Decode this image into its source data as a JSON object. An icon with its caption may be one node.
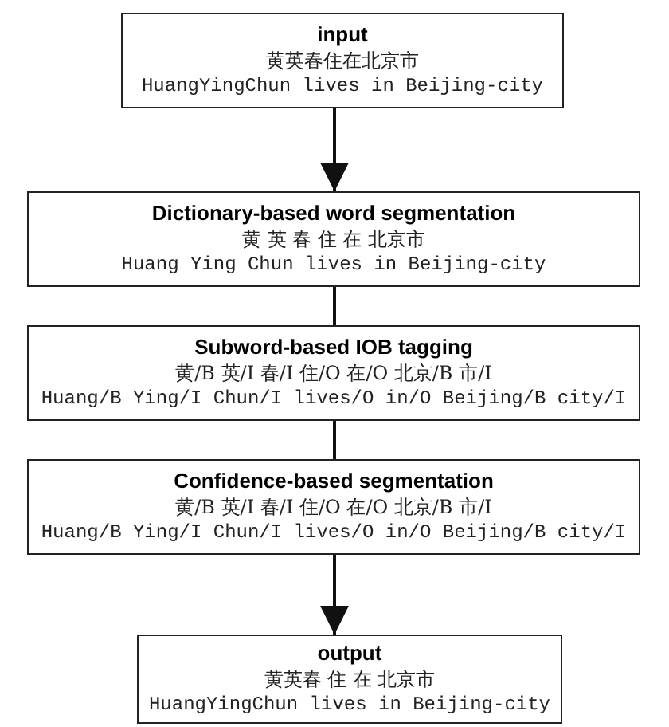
{
  "diagram": {
    "nodes": [
      {
        "text": [
          "input",
          "黄英春住在北京市",
          "HuangYingChun lives in Beijing-city"
        ]
      },
      {
        "text": [
          "Dictionary-based word segmentation",
          "黄 英 春 住 在 北京市",
          "Huang Ying Chun lives in Beijing-city"
        ]
      },
      {
        "text": [
          "Subword-based IOB tagging",
          "黄/B 英/I 春/I 住/O 在/O 北京/B 市/I",
          "Huang/B Ying/I Chun/I lives/O in/O Beijing/B city/I"
        ]
      },
      {
        "text": [
          "Confidence-based segmentation",
          "黄/B 英/I 春/I 住/O 在/O 北京/B 市/I",
          "Huang/B Ying/I Chun/I lives/O in/O Beijing/B city/I"
        ]
      },
      {
        "text": [
          "output",
          "黄英春 住 在 北京市",
          "HuangYingChun lives in Beijing-city"
        ]
      }
    ],
    "edges": [
      {
        "from": 0,
        "to": 1,
        "arrow": "to"
      },
      {
        "from": 1,
        "to": 2,
        "arrow": "none"
      },
      {
        "from": 2,
        "to": 3,
        "arrow": "none"
      },
      {
        "from": 3,
        "to": 4,
        "arrow": "to"
      }
    ]
  }
}
